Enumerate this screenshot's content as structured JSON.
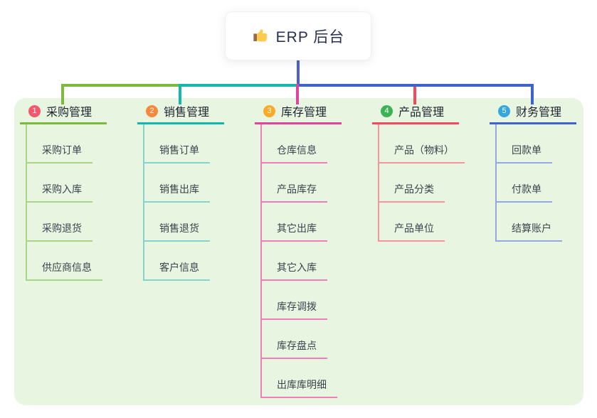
{
  "root": {
    "label": "ERP 后台",
    "icon": "thumbs-up-icon"
  },
  "canvas": {
    "background": "#ffffff",
    "panel_color": "#e8f5e0",
    "root_line_color": "#4e5fd3"
  },
  "branches": [
    {
      "index": "1",
      "label": "采购管理",
      "badge_color": "#f5566b",
      "line_color": "#7cb93f",
      "child_line_color": "#a9d685",
      "children": [
        "采购订单",
        "采购入库",
        "采购退货",
        "供应商信息"
      ]
    },
    {
      "index": "2",
      "label": "销售管理",
      "badge_color": "#f9883d",
      "line_color": "#12b7ae",
      "child_line_color": "#84d3cc",
      "children": [
        "销售订单",
        "销售出库",
        "销售退货",
        "客户信息"
      ]
    },
    {
      "index": "3",
      "label": "库存管理",
      "badge_color": "#fbaa28",
      "line_color": "#e0459c",
      "child_line_color": "#f07cba",
      "children": [
        "仓库信息",
        "产品库存",
        "其它出库",
        "其它入库",
        "库存调拨",
        "库存盘点",
        "出库库明细"
      ]
    },
    {
      "index": "4",
      "label": "产品管理",
      "badge_color": "#3bb354",
      "line_color": "#f4495d",
      "child_line_color": "#f8949c",
      "children": [
        "产品（物料）",
        "产品分类",
        "产品单位"
      ]
    },
    {
      "index": "5",
      "label": "财务管理",
      "badge_color": "#35a7df",
      "line_color": "#3f63cc",
      "child_line_color": "#93a9df",
      "children": [
        "回款单",
        "付款单",
        "结算账户"
      ]
    }
  ]
}
